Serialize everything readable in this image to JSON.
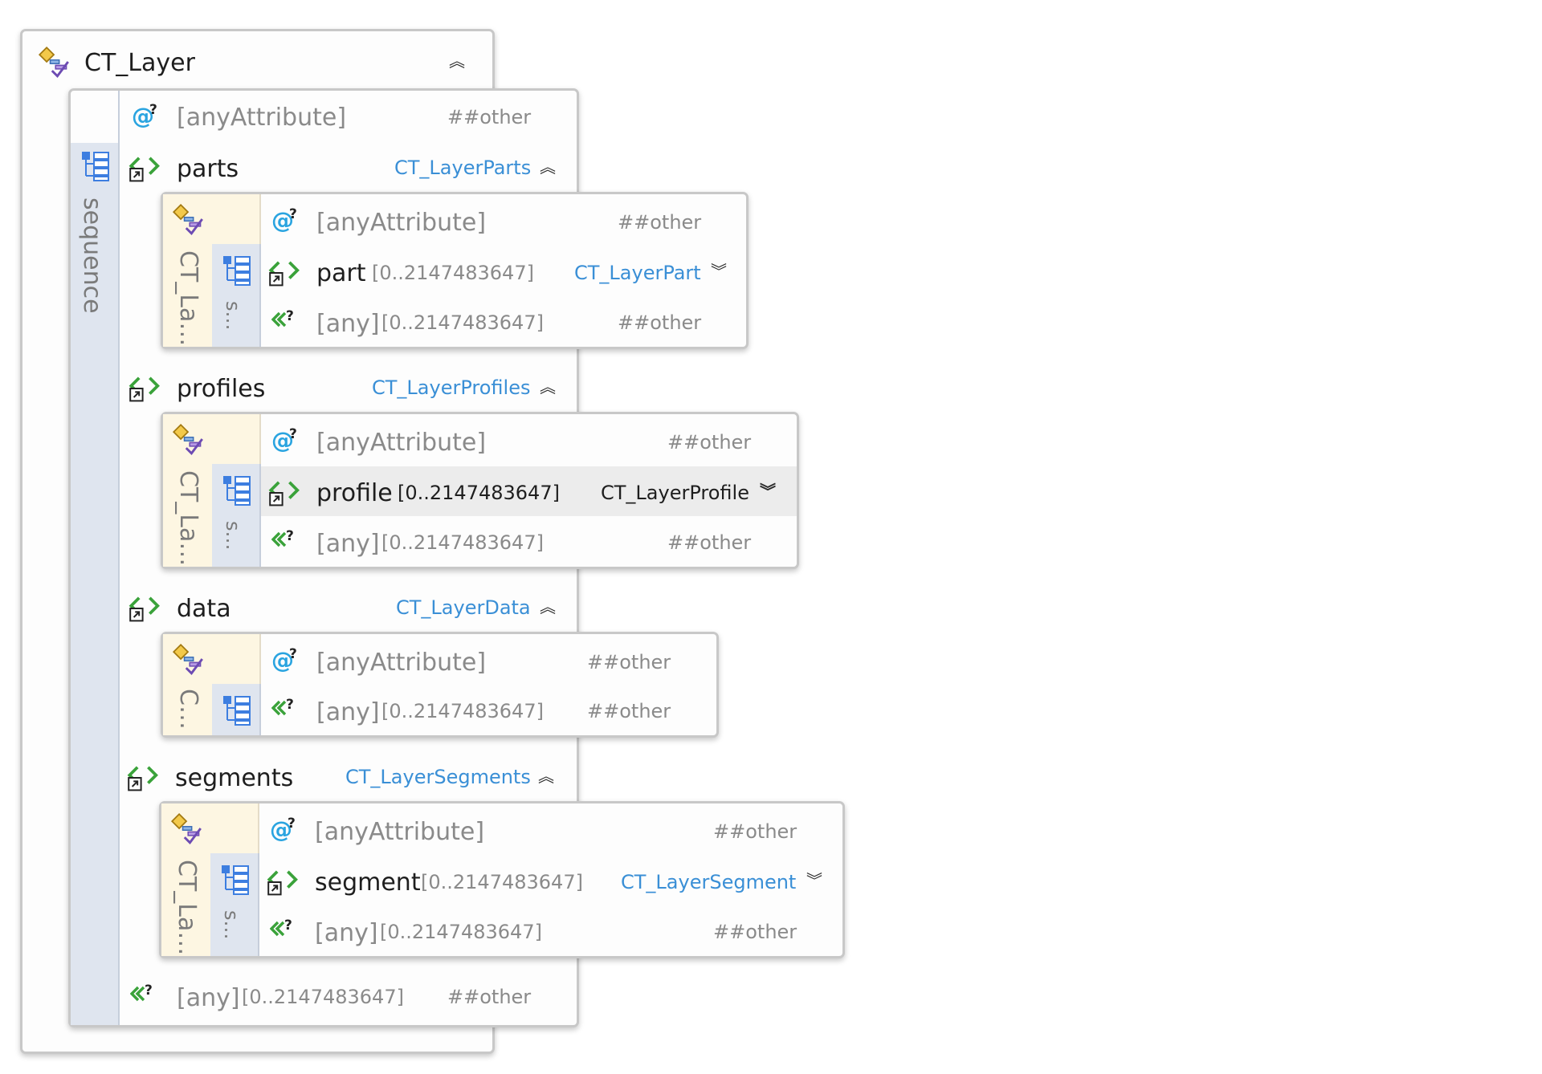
{
  "root": {
    "name": "CT_Layer",
    "any_attribute": "[anyAttribute]",
    "any_attribute_ns": "##other",
    "sequence_label": "sequence",
    "children": [
      {
        "name": "parts",
        "type": "CT_LayerParts",
        "complex_type_label": "CT_La…",
        "sequence_label": "s…",
        "any_attribute": "[anyAttribute]",
        "any_attribute_ns": "##other",
        "element": {
          "name": "part",
          "occurs": "[0..2147483647]",
          "type": "CT_LayerPart"
        },
        "any": {
          "label": "[any]",
          "occurs": "[0..2147483647]",
          "ns": "##other"
        }
      },
      {
        "name": "profiles",
        "type": "CT_LayerProfiles",
        "complex_type_label": "CT_La…",
        "sequence_label": "s…",
        "any_attribute": "[anyAttribute]",
        "any_attribute_ns": "##other",
        "element": {
          "name": "profile",
          "occurs": "[0..2147483647]",
          "type": "CT_LayerProfile"
        },
        "any": {
          "label": "[any]",
          "occurs": "[0..2147483647]",
          "ns": "##other"
        }
      },
      {
        "name": "data",
        "type": "CT_LayerData",
        "complex_type_label": "C…",
        "any_attribute": "[anyAttribute]",
        "any_attribute_ns": "##other",
        "any": {
          "label": "[any]",
          "occurs": "[0..2147483647]",
          "ns": "##other"
        }
      },
      {
        "name": "segments",
        "type": "CT_LayerSegments",
        "complex_type_label": "CT_La…",
        "sequence_label": "s…",
        "any_attribute": "[anyAttribute]",
        "any_attribute_ns": "##other",
        "element": {
          "name": "segment",
          "occurs": "[0..2147483647]",
          "type": "CT_LayerSegment"
        },
        "any": {
          "label": "[any]",
          "occurs": "[0..2147483647]",
          "ns": "##other"
        }
      }
    ],
    "any": {
      "label": "[any]",
      "occurs": "[0..2147483647]",
      "ns": "##other"
    }
  },
  "icons": {
    "complex_type": "complex-type-icon",
    "any_attribute": "any-attribute-icon",
    "element_ref": "element-reference-icon",
    "any_element": "any-element-icon",
    "sequence": "sequence-icon",
    "collapse": "collapse-chevron-icon",
    "expand": "expand-chevron-icon"
  },
  "colors": {
    "type_link": "#3a8fd6",
    "element_icon": "#3aa23a",
    "attribute_icon": "#2aa4e0",
    "complex_type_strip": "#fdf6e2",
    "sequence_strip": "#dfe5ef",
    "selected_row": "#ececec"
  }
}
